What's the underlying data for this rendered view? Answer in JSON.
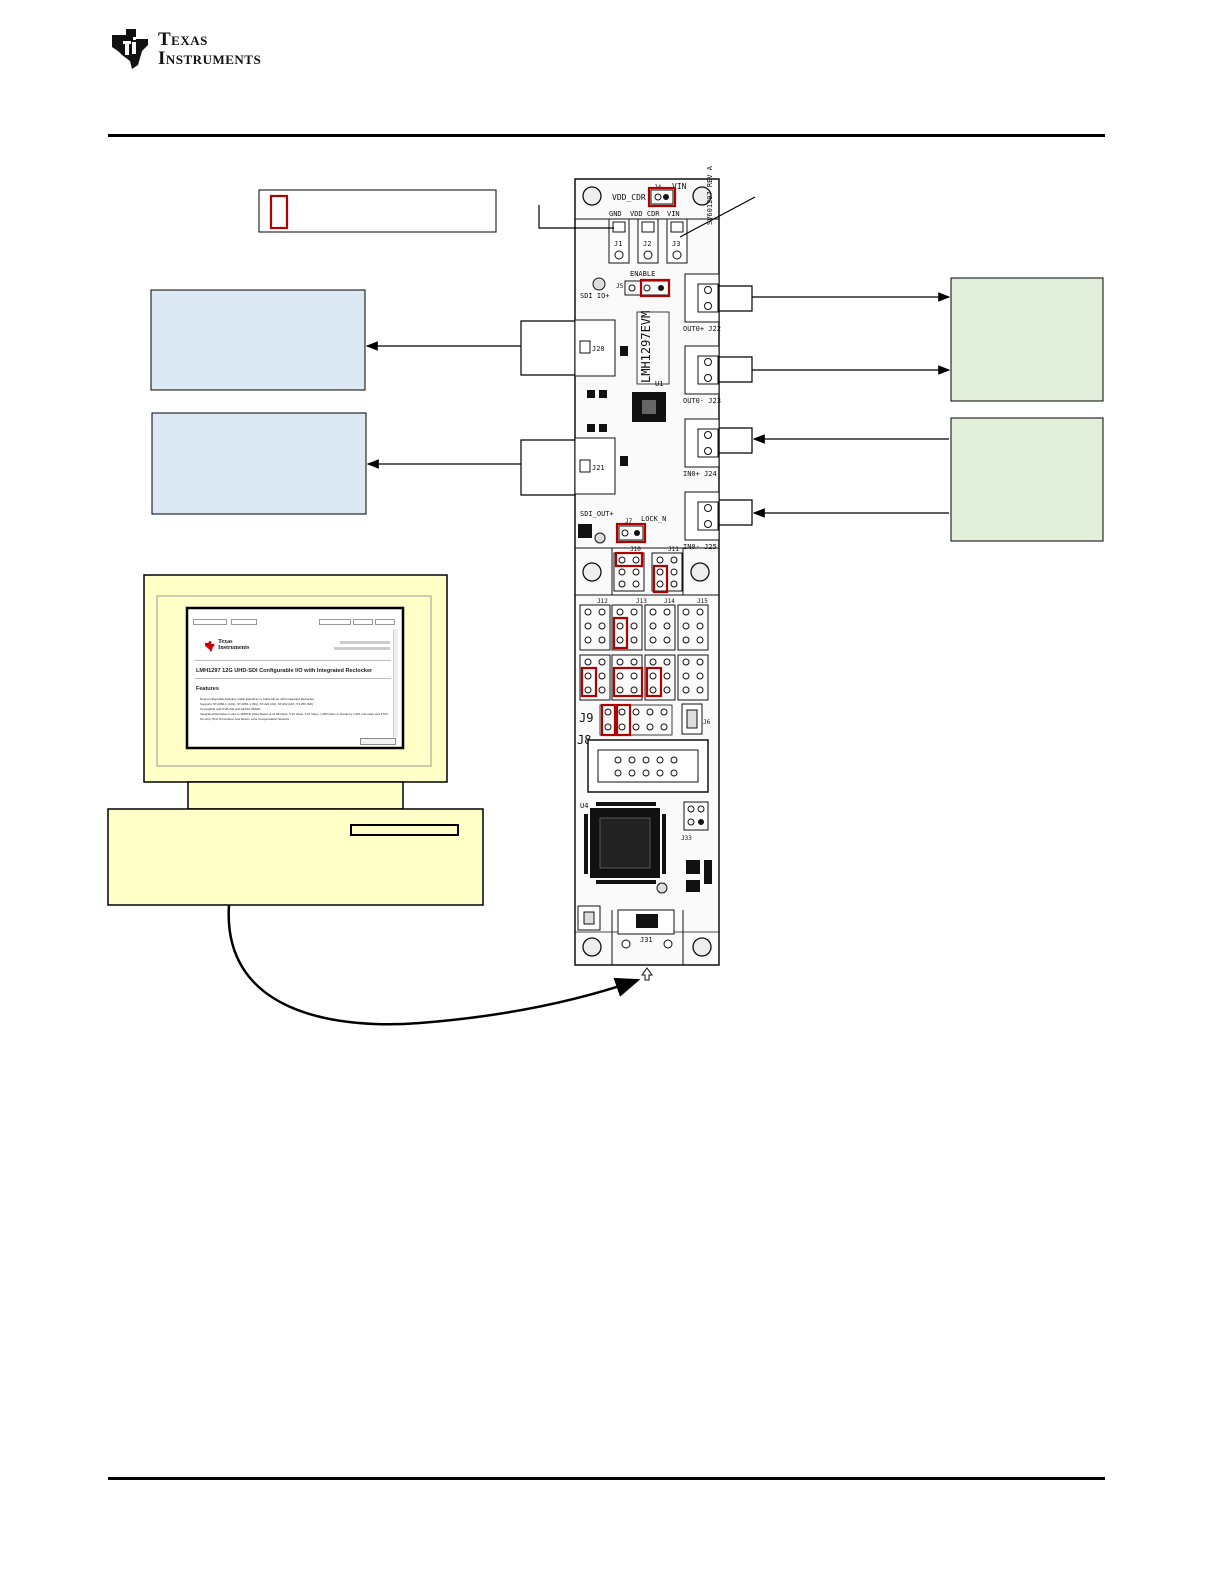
{
  "header": {
    "logo_line1": "Texas",
    "logo_line2": "Instruments"
  },
  "board": {
    "title": "LMH1297EVM",
    "labels": {
      "vdd_cdr_top": "VDD_CDR",
      "vin_top": "VIN",
      "gnd": "GND",
      "vdd_cdr": "VDD CDR",
      "vin": "VIN",
      "j1": "J1",
      "j2": "J2",
      "j3": "J3",
      "j4": "J4",
      "enable": "ENABLE",
      "j5": "J5",
      "sdi_io": "SDI IO+",
      "j20": "J20",
      "j21": "J21",
      "sdi_out": "SDI_OUT+",
      "out0p": "OUT0+ J22",
      "out0m": "OUT0- J23",
      "in0p": "IN0+ J24",
      "in0m": "IN0- J25",
      "lock_n": "LOCK_N",
      "u1": "U1",
      "j7": "J7",
      "j10": "J10",
      "j11": "J11",
      "j12": "J12",
      "j13": "J13",
      "j14": "J14",
      "j15": "J15",
      "j9": "J9",
      "j8": "J8",
      "j6": "J6",
      "u4": "U4",
      "j33": "J33",
      "j31": "J31",
      "rev": "SV601297 REV A"
    }
  },
  "gui_screenshot": {
    "title": "LMH1297 12G UHD-SDI Configurable I/O with Integrated Reclocker",
    "features_heading": "Features",
    "logo_line1": "Texas",
    "logo_line2": "Instruments",
    "features": [
      "Dual Configurable Adaptive Cable Equalizer or Cable Driver with Integrated Reclocker",
      "Supports ST-2082-1 (12G), ST-2081-1 (6G), ST-424 (3G), ST-292 (HD), ST-259 (SD)",
      "Compatible with DVB-ASI and AES10 (MADI)",
      "Integrated Reclocker Locks to SMPTE Video Rates of 11.88 Gbps, 5.94 Gbps, 2.97 Gbps, 1.485 Gbps or Divide by 1.001 sub-rates and 270 Mbps",
      "On-chip 75-Ω Termination and Return Loss Compensation Network"
    ]
  },
  "colors": {
    "red_highlight": "#b00000",
    "blue_box": "#dde8f5",
    "green_box": "#e2efda",
    "pc_body": "#ffffc8",
    "rule": "#000000"
  }
}
